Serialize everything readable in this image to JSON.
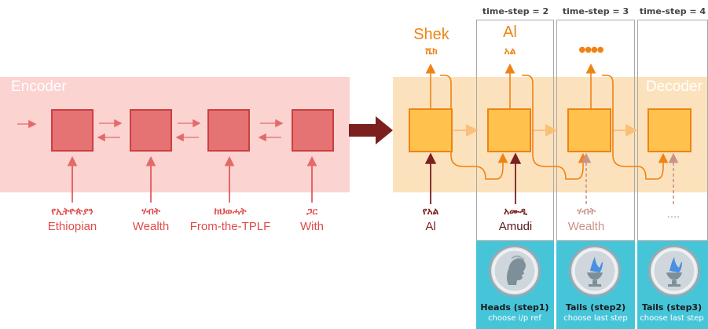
{
  "encoder": {
    "title": "Encoder",
    "inputs": [
      {
        "amharic": "የኢትዮጵያን",
        "english": "Ethiopian"
      },
      {
        "amharic": "ሃብት",
        "english": "Wealth"
      },
      {
        "amharic": "ከህወሓት",
        "english": "From-the-TPLF"
      },
      {
        "amharic": "ጋር",
        "english": "With"
      }
    ]
  },
  "decoder": {
    "title": "Decoder",
    "outputs": [
      {
        "english": "Shek",
        "amharic": "ሼክ"
      },
      {
        "english": "Al",
        "amharic": "አል"
      },
      {
        "english": "",
        "amharic": "●●●●"
      }
    ],
    "inputs": [
      {
        "amharic": "የአል",
        "english": "Al"
      },
      {
        "amharic": "አሙዲ",
        "english": "Amudi"
      },
      {
        "amharic": "ሃብት",
        "english": "Wealth"
      },
      {
        "amharic": "",
        "english": "...."
      }
    ]
  },
  "timesteps": [
    {
      "label": "time-step = 2",
      "coin_title": "Heads (step1)",
      "coin_caption": "choose i/p ref",
      "coin_icon": "woman-profile-icon"
    },
    {
      "label": "time-step = 3",
      "coin_title": "Tails (step2)",
      "coin_caption": "choose last step",
      "coin_icon": "fire-urn-icon"
    },
    {
      "label": "time-step = 4",
      "coin_title": "Tails (step3)",
      "coin_caption": "choose last step",
      "coin_icon": "fire-urn-icon"
    }
  ],
  "colors": {
    "encoder": "#e04b4b",
    "decoder": "#f08214",
    "panel": "#46c5d9",
    "faded": "#c9938a"
  }
}
